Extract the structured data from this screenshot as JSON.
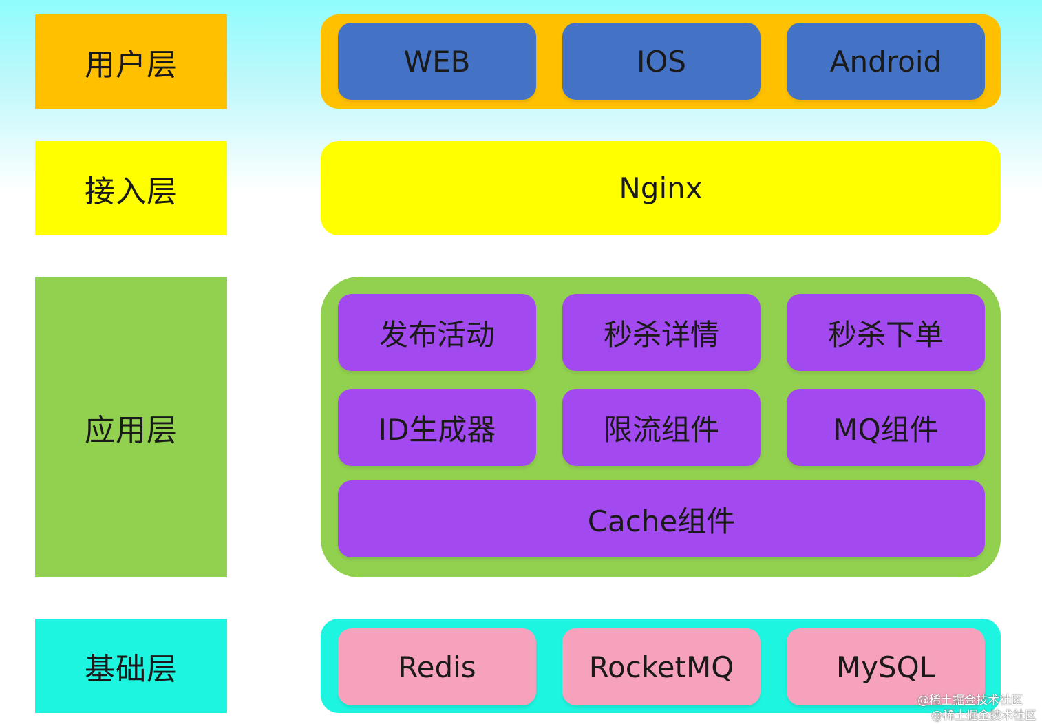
{
  "layers": {
    "user": {
      "label": "用户层",
      "color": "#ffc000"
    },
    "access": {
      "label": "接入层",
      "color": "#ffff00"
    },
    "app": {
      "label": "应用层",
      "color": "#92d050"
    },
    "base": {
      "label": "基础层",
      "color": "#1ef5e0"
    }
  },
  "user_tiles": [
    "WEB",
    "IOS",
    "Android"
  ],
  "access_tile": "Nginx",
  "app_tiles": {
    "row1": [
      "发布活动",
      "秒杀详情",
      "秒杀下单"
    ],
    "row2": [
      "ID生成器",
      "限流组件",
      "MQ组件"
    ],
    "wide": "Cache组件"
  },
  "base_tiles": [
    "Redis",
    "RocketMQ",
    "MySQL"
  ],
  "watermark": "@稀土掘金技术社区"
}
